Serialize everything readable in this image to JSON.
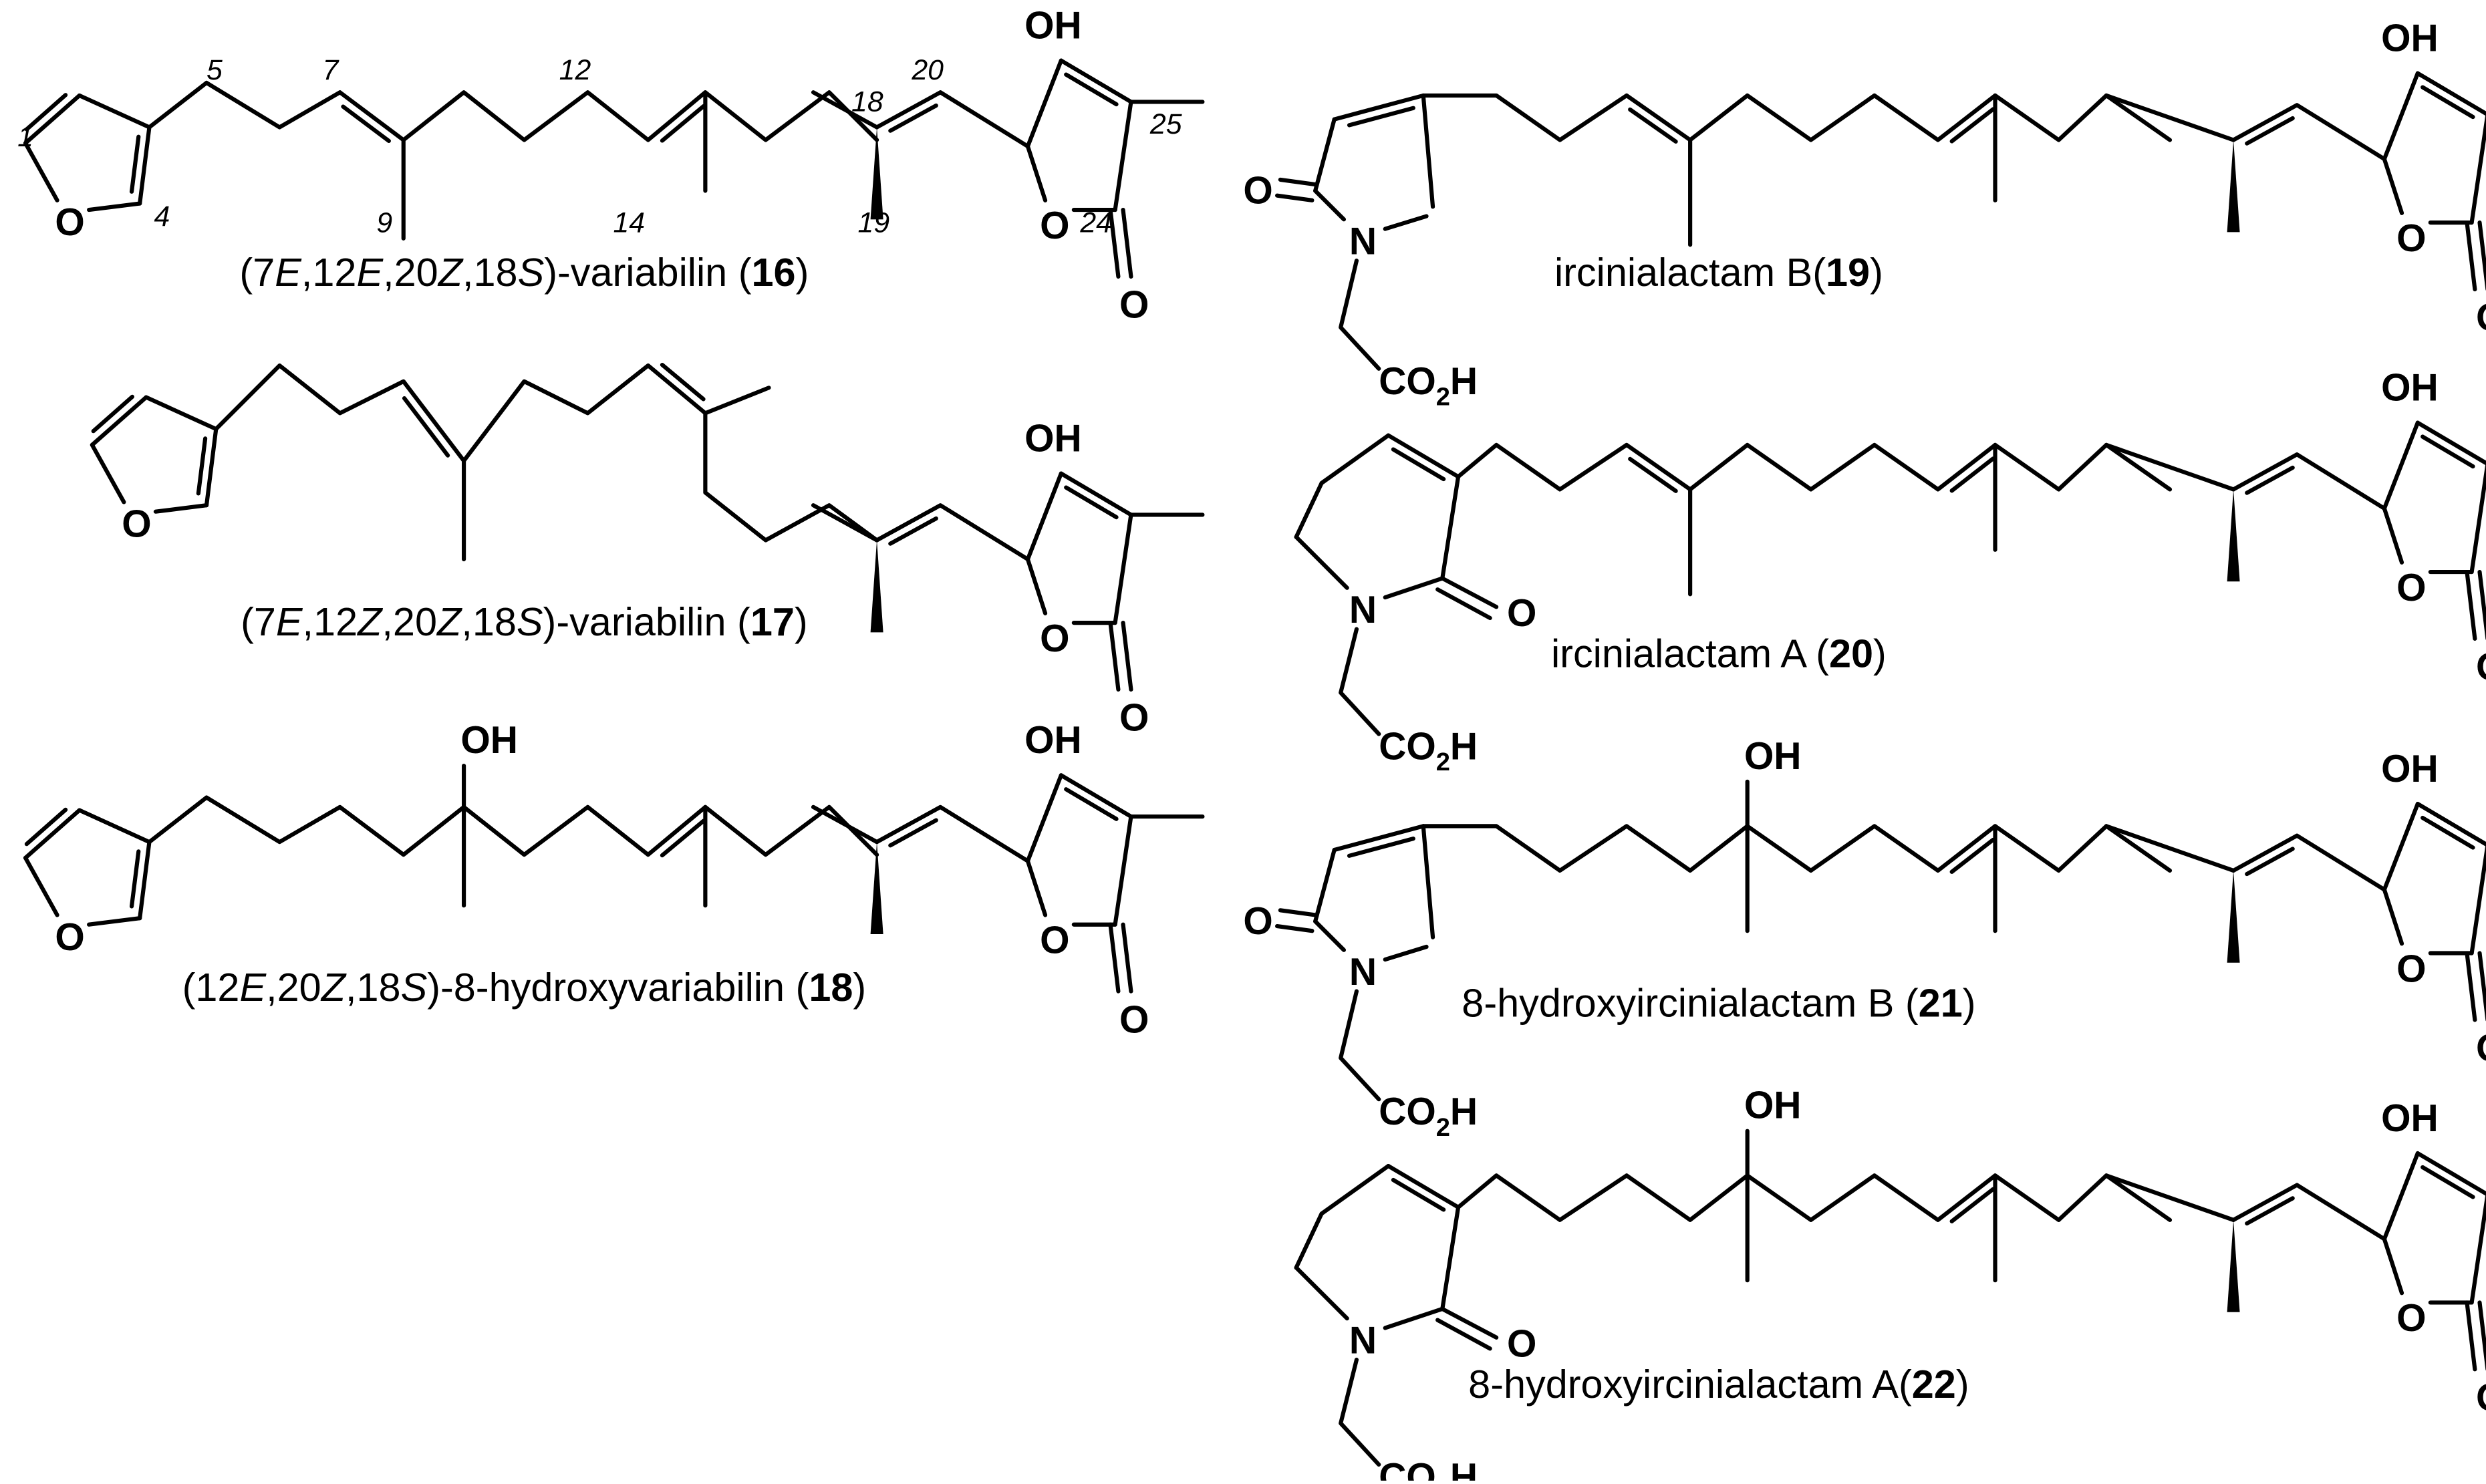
{
  "figure": {
    "compounds": [
      {
        "caption_parts": [
          {
            "t": "(7"
          },
          {
            "t": "E",
            "i": 1
          },
          {
            "t": ",12"
          },
          {
            "t": "E",
            "i": 1
          },
          {
            "t": ",20"
          },
          {
            "t": "Z",
            "i": 1
          },
          {
            "t": ",18"
          },
          {
            "t": "S",
            "i": 1
          },
          {
            "t": ")-variabilin ("
          },
          {
            "t": "16",
            "b": 1
          },
          {
            "t": ")"
          }
        ]
      },
      {
        "caption_parts": [
          {
            "t": "(7"
          },
          {
            "t": "E",
            "i": 1
          },
          {
            "t": ",12"
          },
          {
            "t": "Z",
            "i": 1
          },
          {
            "t": ",20"
          },
          {
            "t": "Z",
            "i": 1
          },
          {
            "t": ",18"
          },
          {
            "t": "S",
            "i": 1
          },
          {
            "t": ")-variabilin ("
          },
          {
            "t": "17",
            "b": 1
          },
          {
            "t": ")"
          }
        ]
      },
      {
        "caption_parts": [
          {
            "t": "(12"
          },
          {
            "t": "E",
            "i": 1
          },
          {
            "t": ",20"
          },
          {
            "t": "Z",
            "i": 1
          },
          {
            "t": ",18"
          },
          {
            "t": "S",
            "i": 1
          },
          {
            "t": ")-8-hydroxyvariabilin ("
          },
          {
            "t": "18",
            "b": 1
          },
          {
            "t": ")"
          }
        ]
      },
      {
        "caption_parts": [
          {
            "t": "ircinialactam B("
          },
          {
            "t": "19",
            "b": 1
          },
          {
            "t": ")"
          }
        ]
      },
      {
        "caption_parts": [
          {
            "t": "ircinialactam A ("
          },
          {
            "t": "20",
            "b": 1
          },
          {
            "t": ")"
          }
        ]
      },
      {
        "caption_parts": [
          {
            "t": "8-hydroxyircinialactam B ("
          },
          {
            "t": "21",
            "b": 1
          },
          {
            "t": ")"
          }
        ]
      },
      {
        "caption_parts": [
          {
            "t": "8-hydroxyircinialactam A("
          },
          {
            "t": "22",
            "b": 1
          },
          {
            "t": ")"
          }
        ]
      }
    ],
    "atom_labels": {
      "O": "O",
      "N": "N",
      "OH": "OH",
      "CO": "CO",
      "H": "H",
      "sub2": "2"
    },
    "numbering": [
      "1",
      "4",
      "5",
      "7",
      "9",
      "12",
      "14",
      "18",
      "19",
      "20",
      "24",
      "25"
    ]
  }
}
